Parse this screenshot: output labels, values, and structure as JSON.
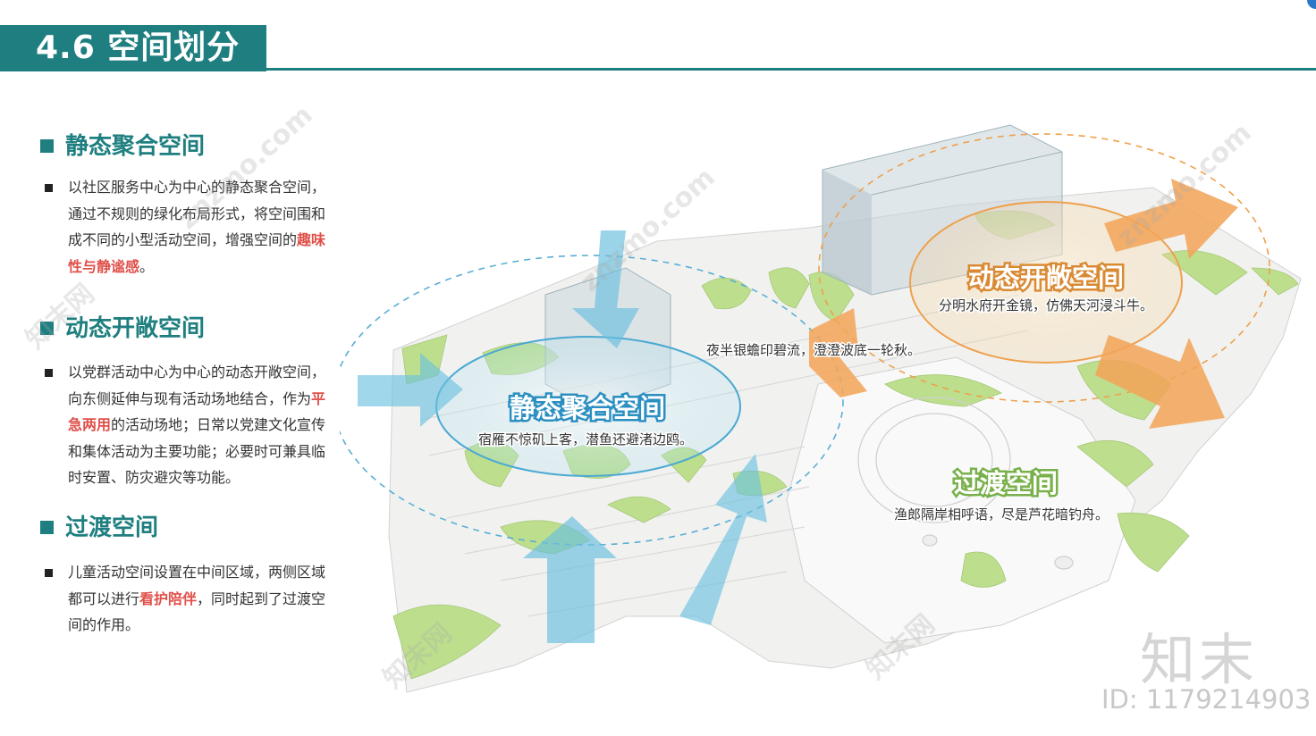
{
  "header": {
    "title": "4.6 空间划分"
  },
  "left": {
    "sections": [
      {
        "heading": "静态聚合空间",
        "body_before": "以社区服务中心为中心的静态聚合空间，通过不规则的绿化布局形式，将空间围和成不同的小型活动空间，增强空间的",
        "highlight": "趣味性与静谧感",
        "body_after": "。"
      },
      {
        "heading": "动态开敞空间",
        "body_before": "以党群活动中心为中心的动态开敞空间，向东侧延伸与现有活动场地结合，作为",
        "highlight": "平急两用",
        "body_after": "的活动场地；日常以党建文化宣传和集体活动为主要功能；必要时可兼具临时安置、防灾避灾等功能。"
      },
      {
        "heading": "过渡空间",
        "body_before": "儿童活动空间设置在中间区域，两侧区域都可以进行",
        "highlight": "看护陪伴",
        "body_after": "，同时起到了过渡空间的作用。"
      }
    ]
  },
  "map": {
    "zones": [
      {
        "title": "静态聚合空间",
        "poem": "宿雁不惊矶上客，潜鱼还避渚边鸥。"
      },
      {
        "title": "动态开敞空间",
        "poem": "分明水府开金镜，仿佛天河浸斗牛。"
      },
      {
        "title": "过渡空间",
        "poem": "渔郎隔岸相呼语，尽是芦花暗钓舟。"
      }
    ],
    "center_poem": "夜半银蟾印碧流，澄澄波底一轮秋。"
  },
  "watermark": {
    "site": "znzmo.com",
    "cn": "知末网",
    "brand": "知末",
    "id": "ID: 1179214903"
  },
  "colors": {
    "teal": "#1f7f80",
    "highlight": "#e0504a",
    "blue_arrow": "#6cc0de",
    "orange_arrow": "#f2a55a",
    "grass": "#bddf8d"
  }
}
